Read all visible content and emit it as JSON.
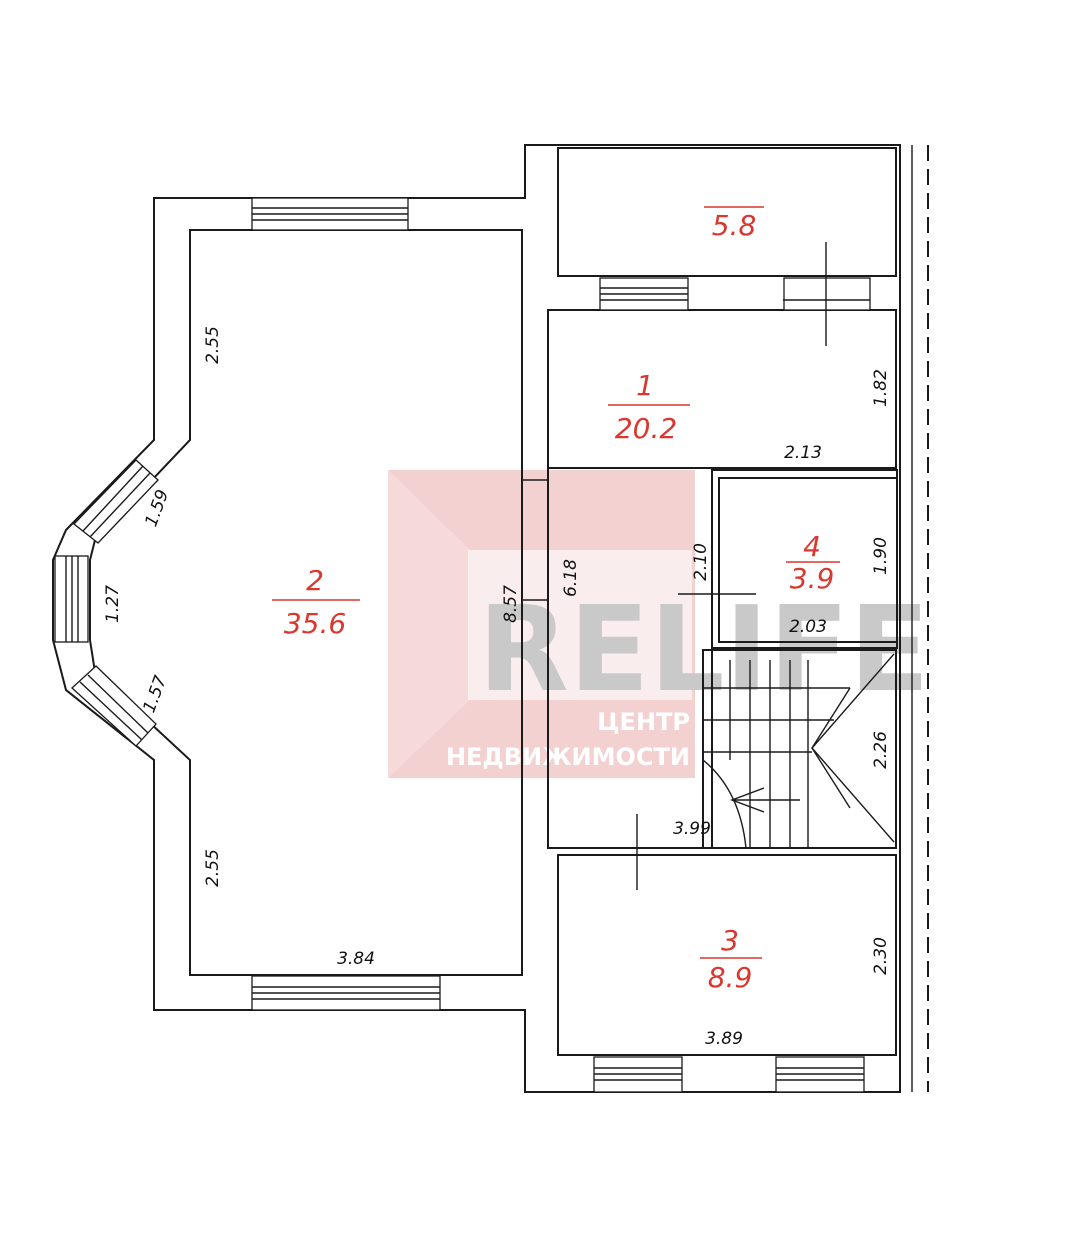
{
  "colors": {
    "wall": "#1a1a1a",
    "room_label": "#d9372f",
    "watermark_bg": "#f1c9c9",
    "watermark_text": "#c9c9c9"
  },
  "rooms": [
    {
      "id": "r1",
      "number": "1",
      "area": "20.2"
    },
    {
      "id": "r2",
      "number": "2",
      "area": "35.6"
    },
    {
      "id": "r3",
      "number": "3",
      "area": "8.9"
    },
    {
      "id": "r4",
      "number": "4",
      "area": "3.9"
    },
    {
      "id": "r5",
      "number": "",
      "area": "5.8"
    }
  ],
  "dimensions": {
    "bay_upper_wall": "2.55",
    "bay_lower_wall": "2.55",
    "bay_upper_diag": "1.59",
    "bay_front": "1.27",
    "bay_lower_diag": "1.57",
    "room2_width": "3.84",
    "room2_length": "8.57",
    "corridor_length": "6.18",
    "room1_height": "1.82",
    "room1_width": "2.13",
    "room4_width_inner": "2.10",
    "room4_height": "1.90",
    "room4_width": "2.03",
    "stair_height": "2.26",
    "stair_width": "3.99",
    "room3_height": "2.30",
    "room3_width": "3.89"
  },
  "watermark": {
    "word": "RELIFE",
    "line1": "ЦЕНТР",
    "line2": "НЕДВИЖИМОСТИ"
  }
}
